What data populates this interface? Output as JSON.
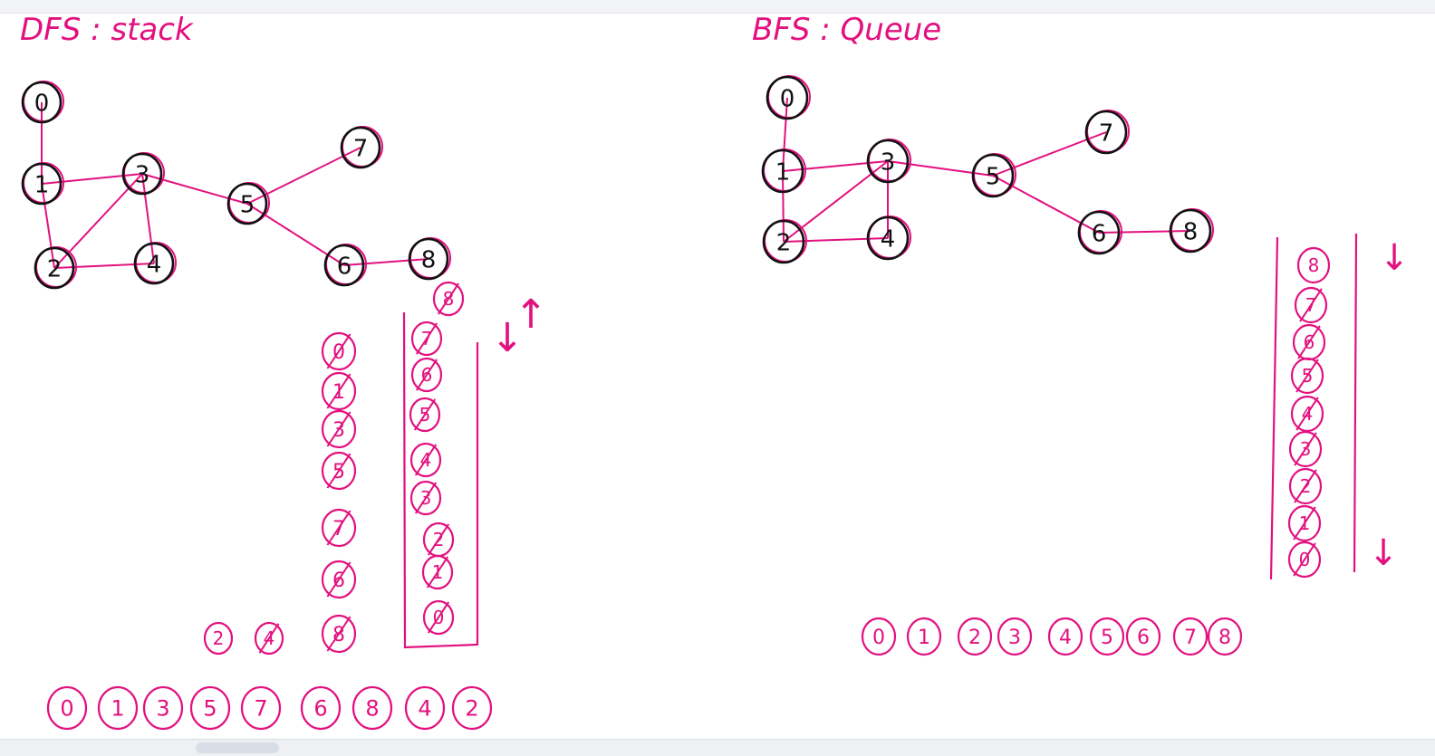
{
  "colors": {
    "ink": "#e3107f",
    "pen": "#111111",
    "background": "#ffffff"
  },
  "dfs": {
    "title": "DFS : stack",
    "graph_nodes": [
      "0",
      "1",
      "2",
      "3",
      "4",
      "5",
      "6",
      "7",
      "8"
    ],
    "edges": [
      [
        "0",
        "1"
      ],
      [
        "1",
        "3"
      ],
      [
        "1",
        "2"
      ],
      [
        "2",
        "3"
      ],
      [
        "2",
        "4"
      ],
      [
        "3",
        "4"
      ],
      [
        "3",
        "5"
      ],
      [
        "5",
        "7"
      ],
      [
        "5",
        "6"
      ],
      [
        "6",
        "8"
      ]
    ],
    "visit_column": [
      "0",
      "1",
      "3",
      "5",
      "7",
      "6",
      "8"
    ],
    "pending": [
      "2",
      "4"
    ],
    "stack_items": [
      "8",
      "7",
      "6",
      "5",
      "4",
      "3",
      "2",
      "1",
      "0"
    ],
    "direction_arrows": [
      "↓",
      "↑"
    ],
    "traversal_order": [
      "0",
      "1",
      "3",
      "5",
      "7",
      "6",
      "8",
      "4",
      "2"
    ]
  },
  "bfs": {
    "title": "BFS : Queue",
    "graph_nodes": [
      "0",
      "1",
      "2",
      "3",
      "4",
      "5",
      "6",
      "7",
      "8"
    ],
    "edges": [
      [
        "0",
        "1"
      ],
      [
        "1",
        "3"
      ],
      [
        "1",
        "2"
      ],
      [
        "2",
        "3"
      ],
      [
        "2",
        "4"
      ],
      [
        "3",
        "4"
      ],
      [
        "3",
        "5"
      ],
      [
        "5",
        "7"
      ],
      [
        "5",
        "6"
      ],
      [
        "6",
        "8"
      ]
    ],
    "queue_items": [
      "8",
      "7",
      "6",
      "5",
      "4",
      "3",
      "2",
      "1",
      "0"
    ],
    "direction_arrows": [
      "↓",
      "↓"
    ],
    "traversal_order": [
      "0",
      "1",
      "2",
      "3",
      "4",
      "5",
      "6",
      "7",
      "8"
    ]
  }
}
